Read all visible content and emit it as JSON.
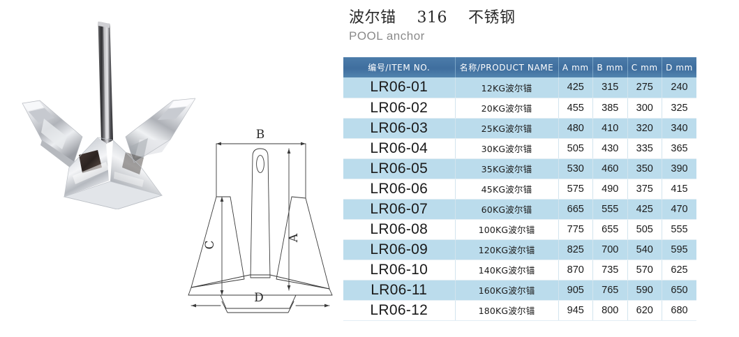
{
  "header": {
    "title_cn": "波尔锚　 316　 不锈钢",
    "title_en": "POOL anchor"
  },
  "photo": {
    "alt_name": "stainless-steel-pool-anchor-photo"
  },
  "drawing": {
    "alt_name": "pool-anchor-dimension-drawing",
    "labels": {
      "a": "A",
      "b": "B",
      "c": "C",
      "d": "D"
    }
  },
  "table": {
    "columns": [
      {
        "key": "item",
        "label": "编号/ITEM NO."
      },
      {
        "key": "name",
        "label": "名称/PRODUCT NAME"
      },
      {
        "key": "a",
        "label": "A  mm"
      },
      {
        "key": "b",
        "label": "B  mm"
      },
      {
        "key": "c",
        "label": "C  mm"
      },
      {
        "key": "d",
        "label": "D  mm"
      }
    ],
    "rows": [
      {
        "item": "LR06-01",
        "name": "12KG波尔锚",
        "a": "425",
        "b": "315",
        "c": "275",
        "d": "240"
      },
      {
        "item": "LR06-02",
        "name": "20KG波尔锚",
        "a": "455",
        "b": "385",
        "c": "300",
        "d": "325"
      },
      {
        "item": "LR06-03",
        "name": "25KG波尔锚",
        "a": "480",
        "b": "410",
        "c": "320",
        "d": "340"
      },
      {
        "item": "LR06-04",
        "name": "30KG波尔锚",
        "a": "505",
        "b": "430",
        "c": "335",
        "d": "365"
      },
      {
        "item": "LR06-05",
        "name": "35KG波尔锚",
        "a": "530",
        "b": "460",
        "c": "350",
        "d": "390"
      },
      {
        "item": "LR06-06",
        "name": "45KG波尔锚",
        "a": "575",
        "b": "490",
        "c": "375",
        "d": "415"
      },
      {
        "item": "LR06-07",
        "name": "60KG波尔锚",
        "a": "665",
        "b": "555",
        "c": "425",
        "d": "470"
      },
      {
        "item": "LR06-08",
        "name": "100KG波尔锚",
        "a": "775",
        "b": "655",
        "c": "505",
        "d": "555"
      },
      {
        "item": "LR06-09",
        "name": "120KG波尔锚",
        "a": "825",
        "b": "700",
        "c": "540",
        "d": "595"
      },
      {
        "item": "LR06-10",
        "name": "140KG波尔锚",
        "a": "870",
        "b": "735",
        "c": "570",
        "d": "625"
      },
      {
        "item": "LR06-11",
        "name": "160KG波尔锚",
        "a": "905",
        "b": "765",
        "c": "590",
        "d": "650"
      },
      {
        "item": "LR06-12",
        "name": "180KG波尔锚",
        "a": "945",
        "b": "800",
        "c": "620",
        "d": "680"
      }
    ]
  },
  "colors": {
    "header_bg": "#3f6e9e",
    "row_odd_bg": "#bbdcec",
    "row_even_bg": "#ffffff",
    "title_cn": "#2b2b2b",
    "title_en": "#8a8a8a",
    "page_bg": "#ffffff"
  }
}
